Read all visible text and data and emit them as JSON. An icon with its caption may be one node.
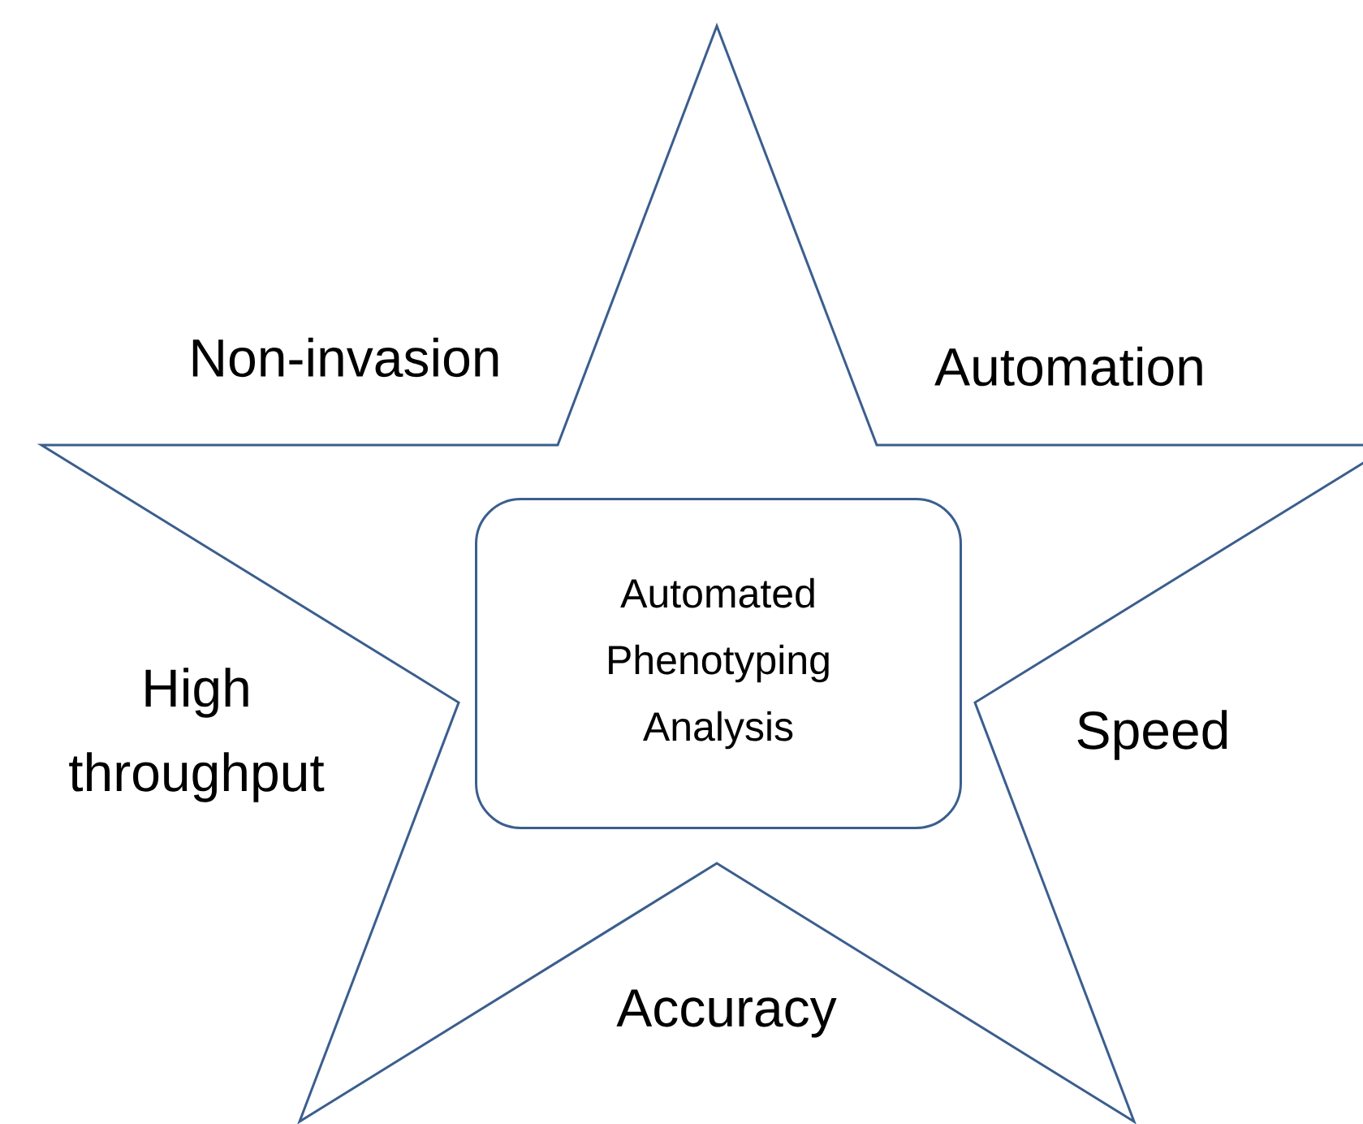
{
  "diagram": {
    "nodes": [
      {
        "text": [],
        "shape": "star"
      },
      {
        "text": [
          "Automated Phenotyping Analysis"
        ],
        "in": 0
      }
    ],
    "edges": [],
    "labels": [
      "Non-invasion",
      "Automation",
      "High throughput",
      "Speed",
      "Accuracy"
    ]
  }
}
